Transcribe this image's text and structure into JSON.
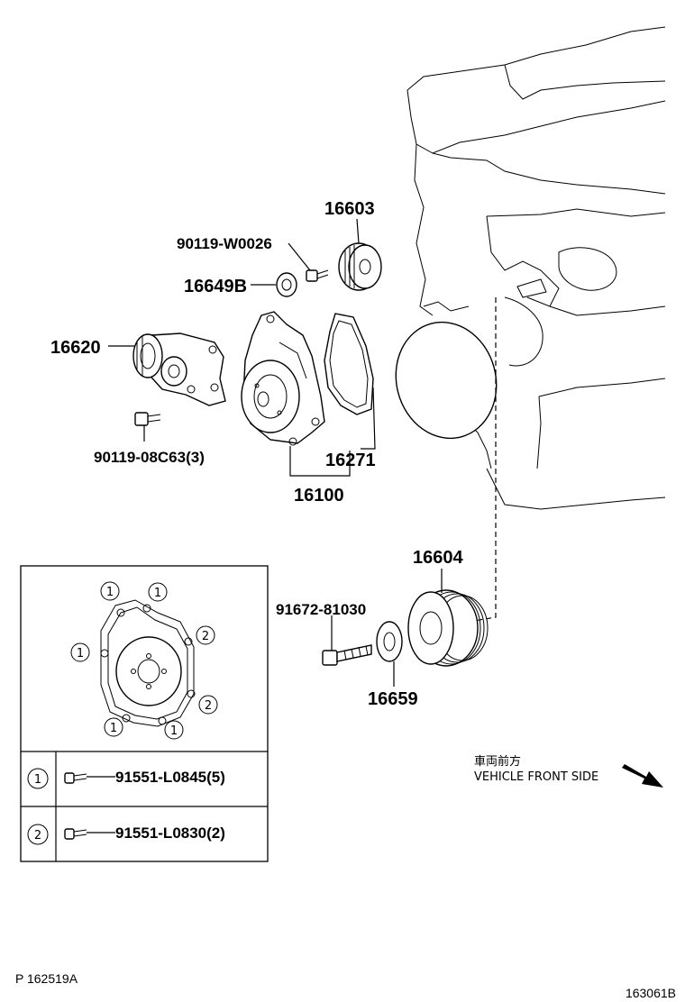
{
  "diagram": {
    "labels": {
      "p16603": "16603",
      "p90119w": "90119-W0026",
      "p16649b": "16649B",
      "p16620": "16620",
      "p90119c": "90119-08C63(3)",
      "p16271": "16271",
      "p16100": "16100",
      "p16604": "16604",
      "p91672": "91672-81030",
      "p16659": "16659"
    },
    "bolt_table": {
      "callout_1": "1",
      "callout_2": "2",
      "row1_part": "91551-L0845(5)",
      "row2_part": "91551-L0830(2)"
    },
    "front_note": {
      "jp": "車両前方",
      "en": "VEHICLE FRONT SIDE"
    },
    "footer": {
      "left_code": "P 162519A",
      "right_code": "163061B"
    }
  }
}
